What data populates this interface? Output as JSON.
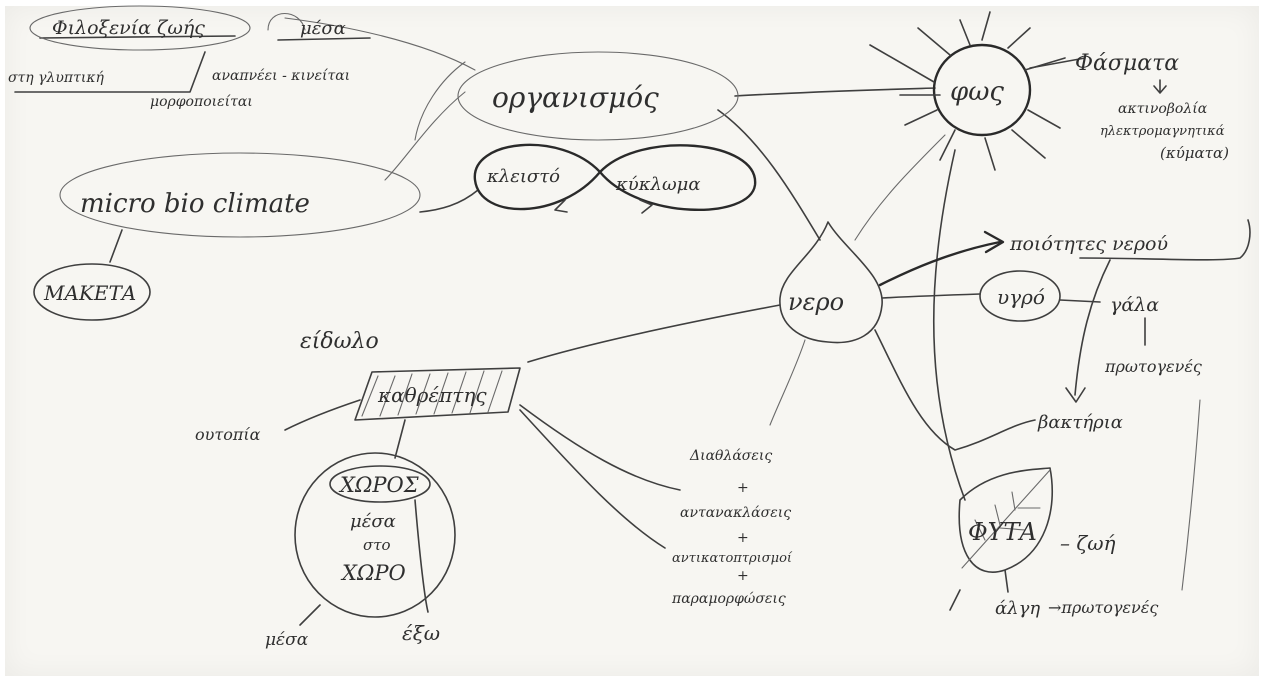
{
  "nodes": {
    "organismos": "οργανισμός",
    "kleisto": "κλειστό",
    "kykloma": "κύκλωμα",
    "micro_bio_climate": "micro bio climate",
    "maketa": "ΜΑΚΕΤΑ",
    "nero": "νερο",
    "fos": "φως",
    "fasmata": "Φάσματα",
    "aktinovolia": "ακτινοβολία",
    "ilektromagnitika": "ηλεκτρομαγνητικά",
    "kymata": "(κύματα)",
    "poiotites_nerou": "ποιότητες νερού",
    "ygro": "υγρό",
    "gala": "γάλα",
    "protogenes_1": "πρωτογενές",
    "vaktiria": "βακτήρια",
    "fyta": "ΦΥΤΑ",
    "zoi": "– ζωή",
    "algi": "άλγη",
    "protogenes_2": "→πρωτογενές",
    "eidolo": "είδωλο",
    "kathreftis": "καθρέπτης",
    "outopia": "ουτοπία",
    "choros": "ΧΩΡΟΣ",
    "mesa": "μέσα",
    "sto": "στο",
    "choro": "ΧΩΡΟ",
    "mesa_outer": "μέσα",
    "exo": "έξω",
    "diathlaseis": "Διαθλάσεις",
    "plus_1": "+",
    "antanaklaseis": "αντανακλάσεις",
    "plus_2": "+",
    "antikatoptrismoi": "αντικατοπτρισμοί",
    "plus_3": "+",
    "paramorfoseis": "παραμορφώσεις",
    "filoxenia": "Φιλοξενία ζωής",
    "mesa_top": "μέσα",
    "sto_glyptiki": "στη γλυπτική",
    "anapnei": "αναπνέει - κινείται",
    "morfopoieitai": "μορφοποιείται"
  }
}
